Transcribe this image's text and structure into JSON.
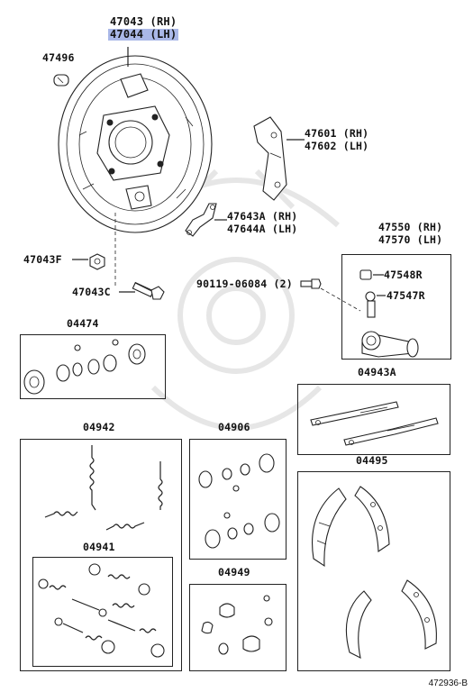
{
  "labels": {
    "backing_plate_rh": "47043 (RH)",
    "backing_plate_lh": "47044 (LH)",
    "plug": "47496",
    "lever_rh": "47601 (RH)",
    "lever_lh": "47602 (LH)",
    "strut_rh": "47643A (RH)",
    "strut_lh": "47644A (LH)",
    "wheel_cyl_rh": "47550 (RH)",
    "wheel_cyl_lh": "47570 (LH)",
    "nut_f": "47043F",
    "bolt_c": "47043C",
    "bolt_90119": "90119-06084 (2)",
    "bleeder_r": "47548R",
    "cap_r": "47547R",
    "kit_04474": "04474",
    "kit_04943a": "04943A",
    "kit_04942": "04942",
    "kit_04906": "04906",
    "kit_04495": "04495",
    "kit_04941": "04941",
    "kit_04949": "04949"
  },
  "reference_code": "472936-B"
}
